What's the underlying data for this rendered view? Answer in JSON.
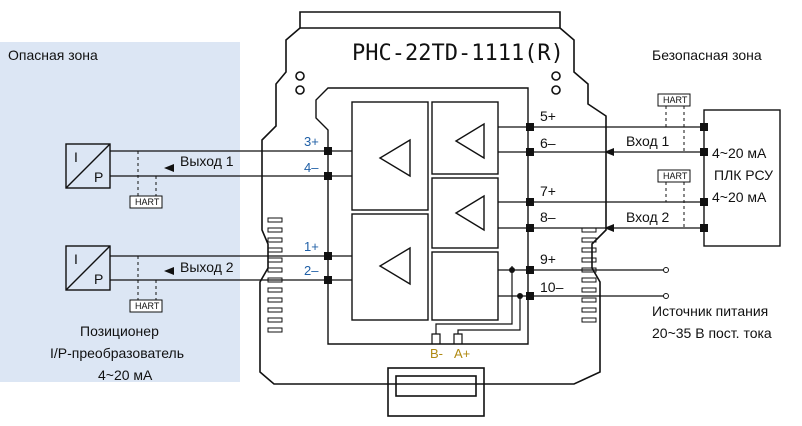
{
  "zones": {
    "hazardous": "Опасная зона",
    "safe": "Безопасная зона"
  },
  "device": {
    "model": "PHC-22TD-1111(R)"
  },
  "terminals_left": {
    "t3": "3+",
    "t4": "4–",
    "t1": "1+",
    "t2": "2–"
  },
  "terminals_right": {
    "t5": "5+",
    "t6": "6–",
    "t7": "7+",
    "t8": "8–",
    "t9": "9+",
    "t10": "10–"
  },
  "outputs": {
    "out1": "Выход 1",
    "out2": "Выход 2"
  },
  "inputs": {
    "in1": "Вход 1",
    "in2": "Вход 2"
  },
  "hart": "HART",
  "converter": {
    "i": "I",
    "p": "P"
  },
  "positioner": {
    "line1": "Позиционер",
    "line2": "I/P-преобразователь",
    "line3": "4~20 мА"
  },
  "plc": {
    "ma_top": "4~20 мА",
    "name": "ПЛК РСУ",
    "ma_bottom": "4~20 мА"
  },
  "power": {
    "line1": "Источник питания",
    "line2": "20~35 В пост. тока"
  },
  "bus": {
    "b": "B-",
    "a": "A+"
  },
  "colors": {
    "hazard_zone": "#dce6f4",
    "terminal_label": "#1f5fa6",
    "bus_label": "#b08a12"
  }
}
